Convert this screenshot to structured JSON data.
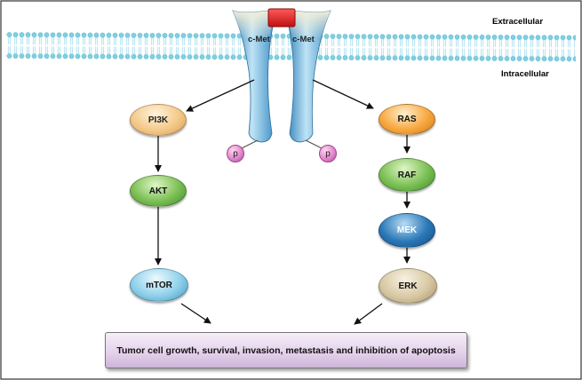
{
  "regions": {
    "extracellular": "Extracellular",
    "intracellular": "Intracellular"
  },
  "receptor": {
    "left_label": "c-Met",
    "right_label": "c-Met",
    "phospho_left": "p",
    "phospho_right": "p"
  },
  "pathway_left": {
    "pi3k": "PI3K",
    "akt": "AKT",
    "mtor": "mTOR"
  },
  "pathway_right": {
    "ras": "RAS",
    "raf": "RAF",
    "mek": "MEK",
    "erk": "ERK"
  },
  "outcome": "Tumor cell growth, survival, invasion, metastasis and inhibition of apoptosis",
  "colors": {
    "membrane": "#7fd0e2",
    "receptor": "#8fc8e8",
    "ligand": "#e02020",
    "pi3k": "#f4c98a",
    "akt": "#7cc055",
    "mtor": "#8fd0ea",
    "ras": "#f7a840",
    "raf": "#7cc055",
    "mek": "#2a78b8",
    "erk": "#d8c8a4",
    "phospho": "#e080c8",
    "outcome_box": "#e3d0ea"
  }
}
